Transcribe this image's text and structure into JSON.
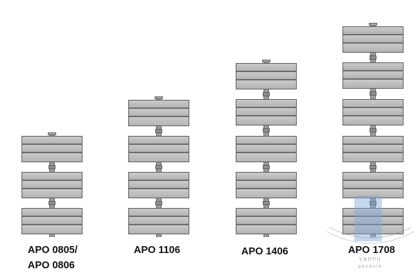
{
  "models": [
    {
      "label_lines": [
        "APO 0805/",
        "APO 0806"
      ]
    },
    {
      "label_lines": [
        "APO 1106"
      ]
    },
    {
      "label_lines": [
        "APO 1406"
      ]
    },
    {
      "label_lines": [
        "APO 1708"
      ]
    }
  ],
  "watermark": {
    "text": "vannu pasaule"
  },
  "colors": {
    "bar": "#bdbdbd",
    "outline": "#5b5b5b",
    "pipe": "#9a9a9a",
    "watermark": "#7fa7d6"
  }
}
